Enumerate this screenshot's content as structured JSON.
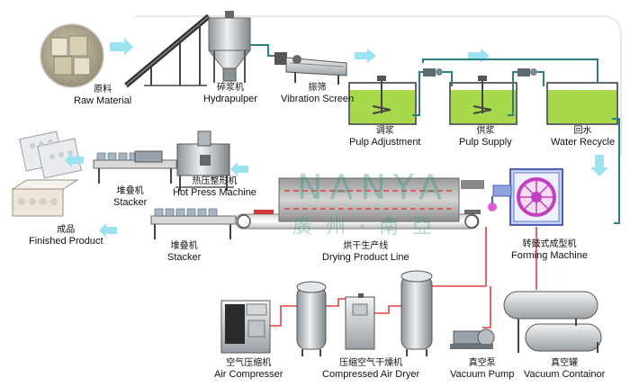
{
  "stations": {
    "raw_material": {
      "zh": "原料",
      "en": "Raw Material"
    },
    "hydrapulper": {
      "zh": "碎浆机",
      "en": "Hydrapulper"
    },
    "vibration_screen": {
      "zh": "振筛",
      "en": "Vibration Screen"
    },
    "pulp_adjustment": {
      "zh": "调浆",
      "en": "Pulp Adjustment"
    },
    "pulp_supply": {
      "zh": "供浆",
      "en": "Pulp Supply"
    },
    "water_recycle": {
      "zh": "回水",
      "en": "Water Recycle"
    },
    "forming_machine": {
      "zh": "转鼓式成型机",
      "en": "Forming Machine"
    },
    "drying_line": {
      "zh": "烘干生产线",
      "en": "Drying Product Line"
    },
    "stacker_lower": {
      "zh": "堆叠机",
      "en": "Stacker"
    },
    "stacker_upper": {
      "zh": "堆叠机",
      "en": "Stacker"
    },
    "hot_press": {
      "zh": "热压整形机",
      "en": "Hot Press Machine"
    },
    "finished_product": {
      "zh": "成品",
      "en": "Finished Product"
    },
    "air_compressor": {
      "zh": "空气压缩机",
      "en": "Air Compresser"
    },
    "air_dryer": {
      "zh": "压缩空气干燥机",
      "en": "Compressed Air Dryer"
    },
    "vacuum_pump": {
      "zh": "真空泵",
      "en": "Vacuum Pump"
    },
    "vacuum_container": {
      "zh": "真空罐",
      "en": "Vacuum Containor"
    }
  },
  "watermark": {
    "latin": "NANYA",
    "chinese": "廣 州 · 南 亞"
  },
  "colors": {
    "flow_arrow": "#9be3f0",
    "pulp_water": "#a8d94a",
    "pipe": "#2d7f86",
    "air_line": "#e0443c",
    "forming_drum": "#c040c0",
    "forming_frame": "#6c7fd0",
    "watermark": "#2a9682"
  }
}
